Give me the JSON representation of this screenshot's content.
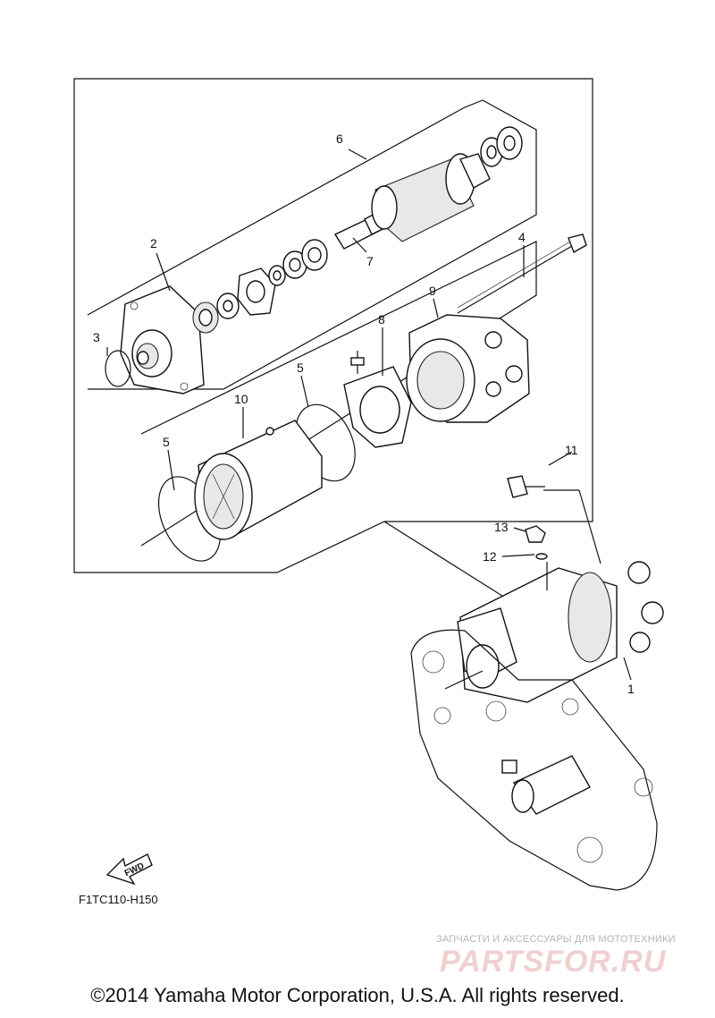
{
  "callouts": {
    "c1": "1",
    "c2": "2",
    "c3": "3",
    "c4": "4",
    "c5a": "5",
    "c5b": "5",
    "c6": "6",
    "c7": "7",
    "c8": "8",
    "c9": "9",
    "c10": "10",
    "c11": "11",
    "c12": "12",
    "c13": "13"
  },
  "fwd_arrow": "FWD",
  "diagram_code": "F1TC110-H150",
  "watermark": {
    "tagline": "ЗАПЧАСТИ И АКСЕССУАРЫ ДЛЯ МОТОТЕХНИКИ",
    "logo": "PARTSFOR.RU"
  },
  "copyright": "©2014 Yamaha Motor Corporation, U.S.A. All rights reserved."
}
